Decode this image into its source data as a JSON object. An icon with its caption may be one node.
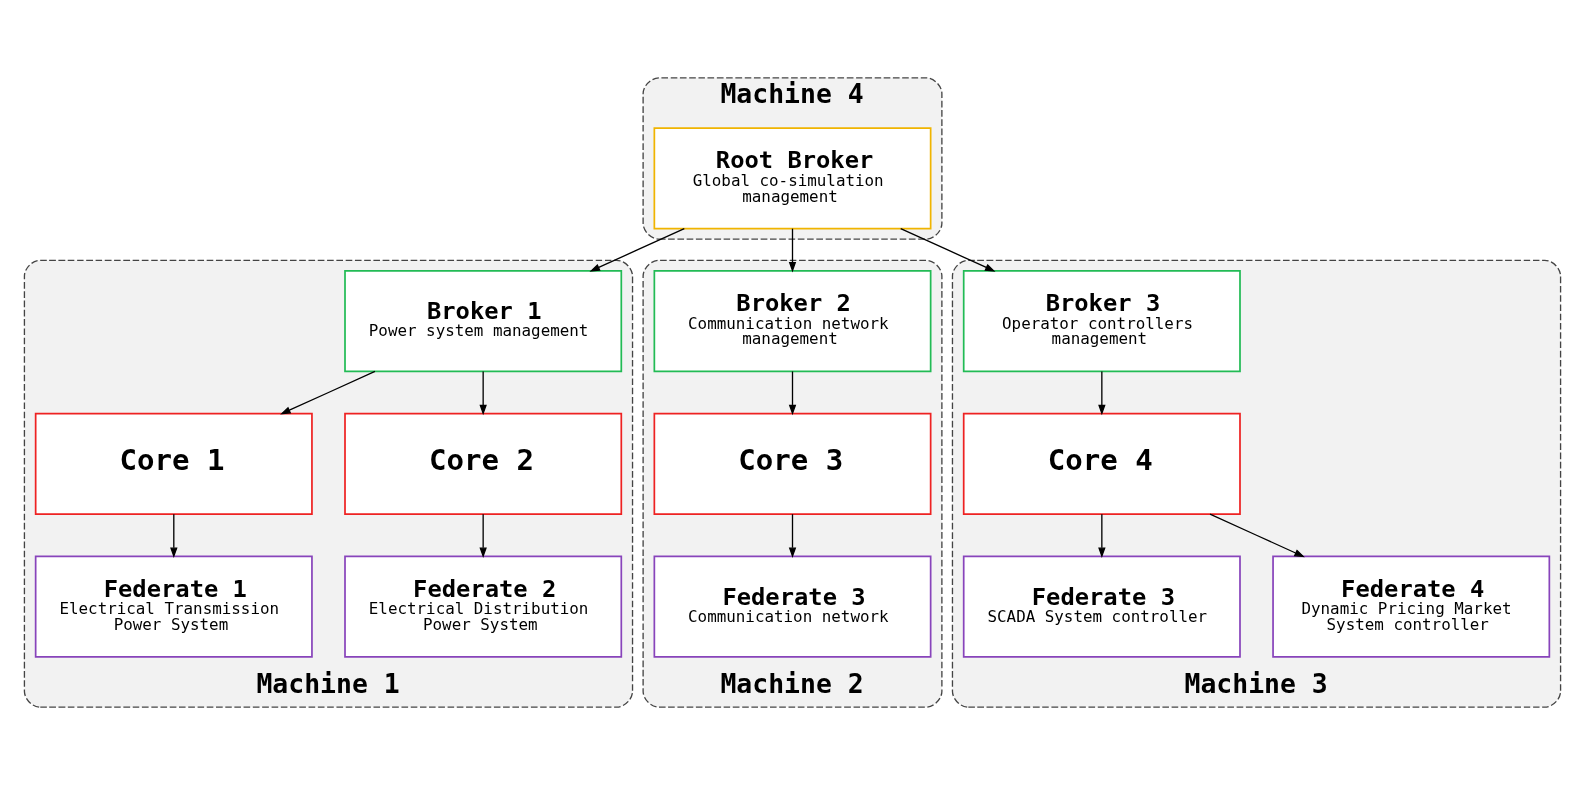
{
  "diagram": {
    "nodes": [
      {
        "text": [
          "Machine 4"
        ]
      },
      {
        "text": [
          "Root Broker",
          "Global co-simulation management"
        ],
        "in": 0
      },
      {
        "text": [
          "Machine 1"
        ]
      },
      {
        "text": [
          "Broker 1",
          "Power system management"
        ],
        "in": 2
      },
      {
        "text": [
          "Core 1"
        ],
        "in": 2
      },
      {
        "text": [
          "Core 2"
        ],
        "in": 2
      },
      {
        "text": [
          "Federate 1",
          "Electrical Transmission Power System"
        ],
        "in": 2
      },
      {
        "text": [
          "Federate 2",
          "Electrical Distribution Power System"
        ],
        "in": 2
      },
      {
        "text": [
          "Machine 2"
        ]
      },
      {
        "text": [
          "Broker 2",
          "Communication network management"
        ],
        "in": 8
      },
      {
        "text": [
          "Core 3"
        ],
        "in": 8
      },
      {
        "text": [
          "Federate 3",
          "Communication network"
        ],
        "in": 8
      },
      {
        "text": [
          "Machine 3"
        ]
      },
      {
        "text": [
          "Broker 3",
          "Operator controllers management"
        ],
        "in": 12
      },
      {
        "text": [
          "Core 4"
        ],
        "in": 12
      },
      {
        "text": [
          "Federate 3",
          "SCADA System controller"
        ],
        "in": 12
      },
      {
        "text": [
          "Federate 4",
          "Dynamic Pricing Market System controller"
        ],
        "in": 12
      }
    ],
    "edges": [
      {
        "from": 1,
        "to": 3,
        "arrow": "to"
      },
      {
        "from": 1,
        "to": 9,
        "arrow": "to"
      },
      {
        "from": 1,
        "to": 13,
        "arrow": "to"
      },
      {
        "from": 3,
        "to": 4,
        "arrow": "to"
      },
      {
        "from": 3,
        "to": 5,
        "arrow": "to"
      },
      {
        "from": 4,
        "to": 6,
        "arrow": "to"
      },
      {
        "from": 5,
        "to": 7,
        "arrow": "to"
      },
      {
        "from": 9,
        "to": 10,
        "arrow": "to"
      },
      {
        "from": 10,
        "to": 11,
        "arrow": "to"
      },
      {
        "from": 13,
        "to": 14,
        "arrow": "to"
      },
      {
        "from": 14,
        "to": 15,
        "arrow": "to"
      },
      {
        "from": 14,
        "to": 16,
        "arrow": "to"
      }
    ]
  }
}
